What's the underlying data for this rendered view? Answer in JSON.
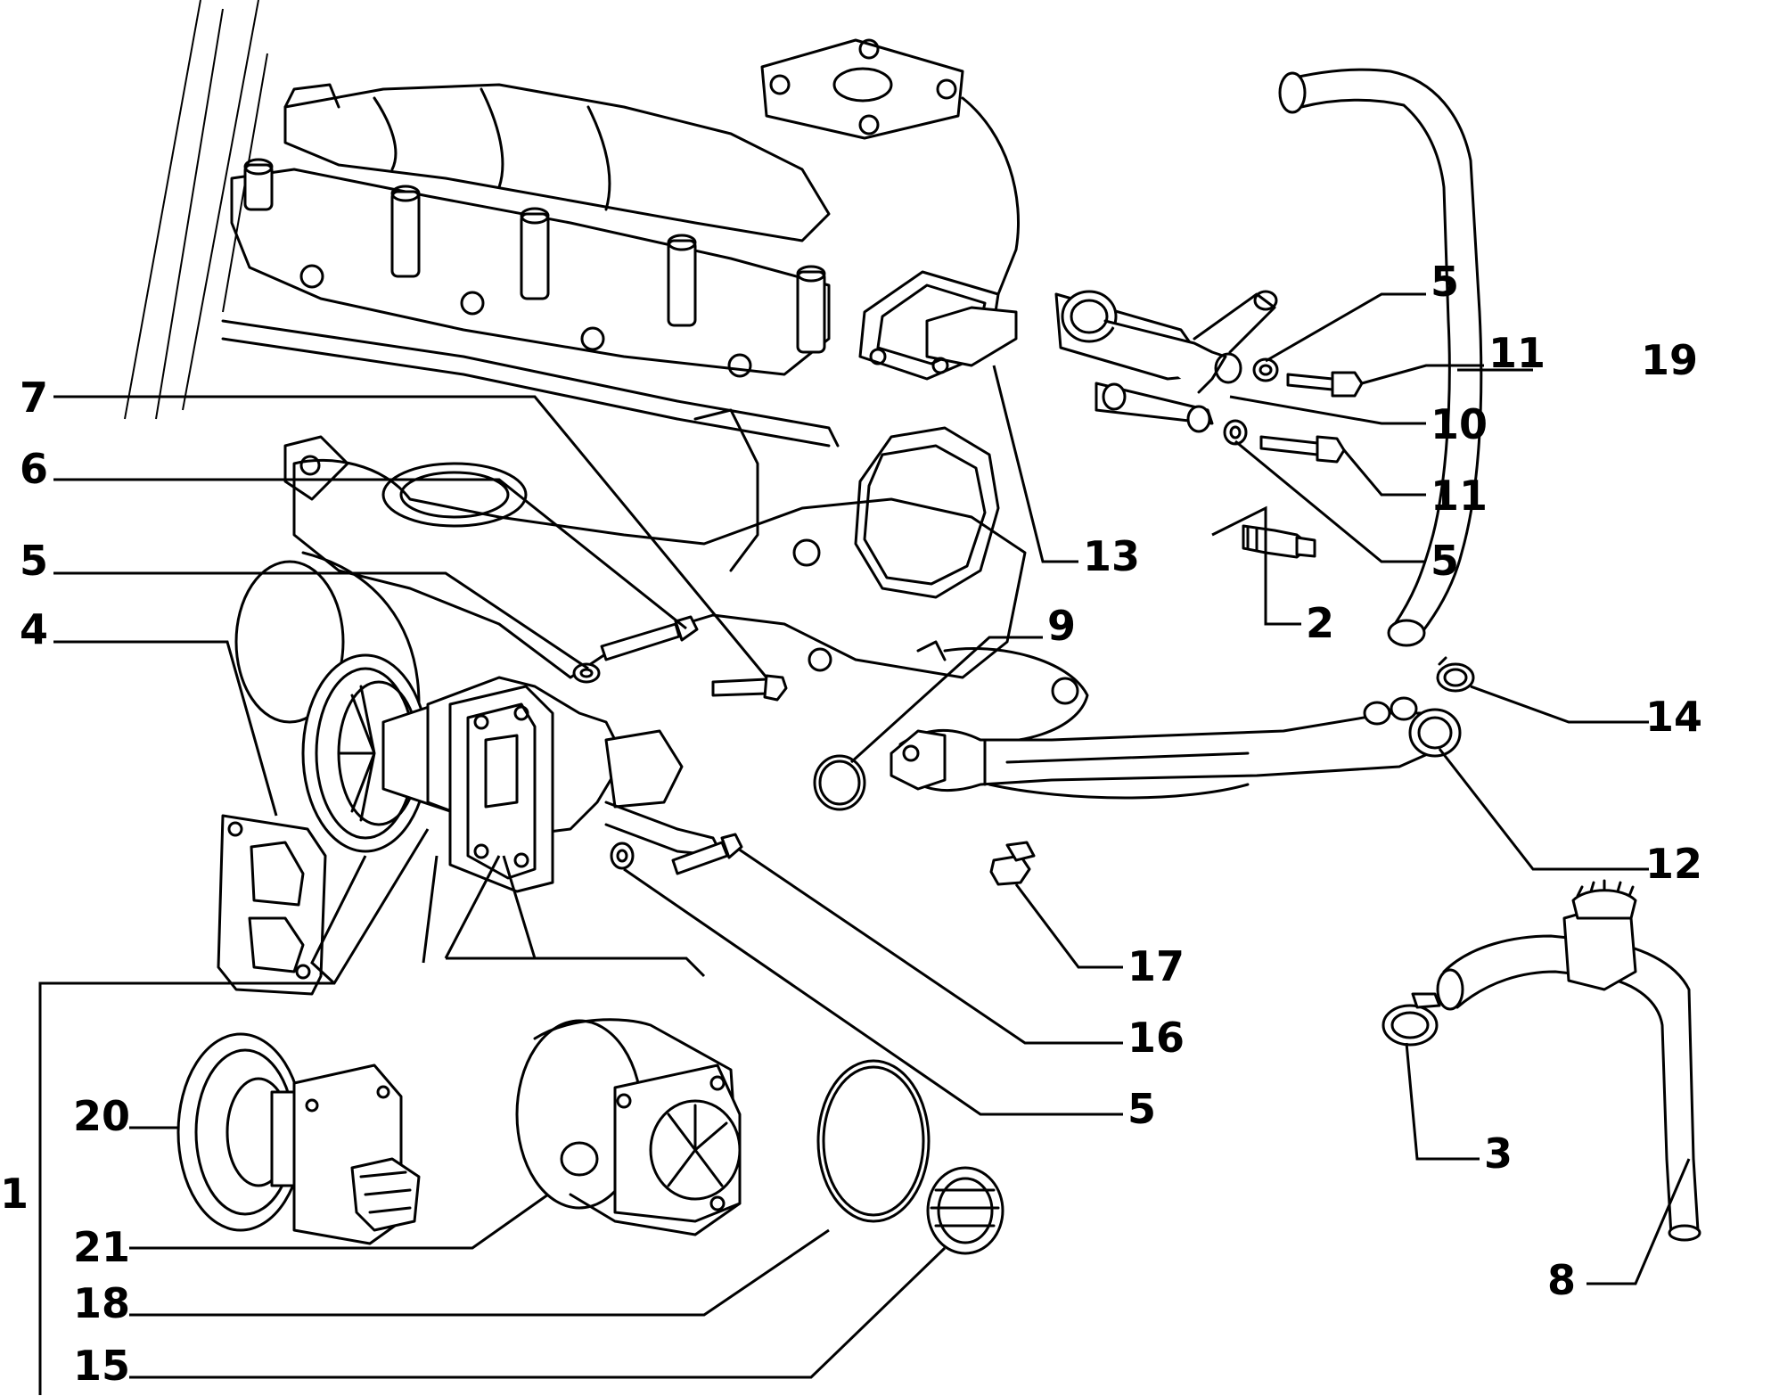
{
  "callouts": [
    {
      "id": "c1",
      "text": "1"
    },
    {
      "id": "c2",
      "text": "2"
    },
    {
      "id": "c3",
      "text": "3"
    },
    {
      "id": "c4",
      "text": "4"
    },
    {
      "id": "c5a",
      "text": "5"
    },
    {
      "id": "c5b",
      "text": "5"
    },
    {
      "id": "c5c",
      "text": "5"
    },
    {
      "id": "c5d",
      "text": "5"
    },
    {
      "id": "c6",
      "text": "6"
    },
    {
      "id": "c7",
      "text": "7"
    },
    {
      "id": "c8",
      "text": "8"
    },
    {
      "id": "c9",
      "text": "9"
    },
    {
      "id": "c10",
      "text": "10"
    },
    {
      "id": "c11a",
      "text": "11"
    },
    {
      "id": "c11b",
      "text": "11"
    },
    {
      "id": "c12",
      "text": "12"
    },
    {
      "id": "c13",
      "text": "13"
    },
    {
      "id": "c14",
      "text": "14"
    },
    {
      "id": "c15",
      "text": "15"
    },
    {
      "id": "c16",
      "text": "16"
    },
    {
      "id": "c17",
      "text": "17"
    },
    {
      "id": "c18",
      "text": "18"
    },
    {
      "id": "c19",
      "text": "19"
    },
    {
      "id": "c20",
      "text": "20"
    },
    {
      "id": "c21",
      "text": "21"
    }
  ]
}
